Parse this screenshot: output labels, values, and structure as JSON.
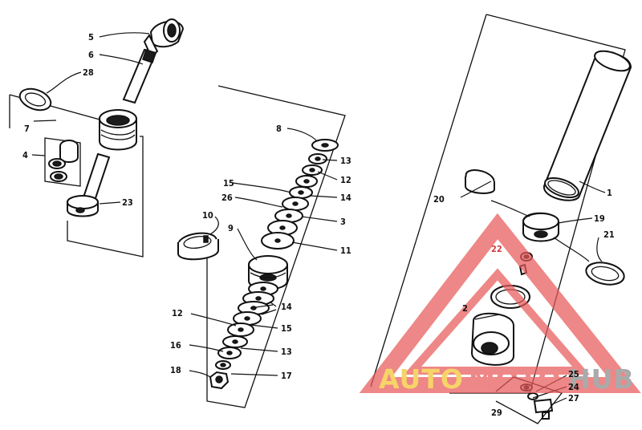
{
  "callouts": {
    "c1": "1",
    "c2": "2",
    "c3": "3",
    "c4": "4",
    "c5": "5",
    "c6": "6",
    "c7": "7",
    "c8": "8",
    "c9": "9",
    "c10": "10",
    "c11": "11",
    "c12a": "12",
    "c12b": "12",
    "c13a": "13",
    "c13b": "13",
    "c14a": "14",
    "c14b": "14",
    "c15a": "15",
    "c15b": "15",
    "c16": "16",
    "c17": "17",
    "c18": "18",
    "c19": "19",
    "c20": "20",
    "c21": "21",
    "c22": "22",
    "c23": "23",
    "c24": "24",
    "c25": "25",
    "c26": "26",
    "c27": "27",
    "c28": "28",
    "c29": "29"
  },
  "watermark": {
    "part1": "AUTO",
    "part2": "MOTO",
    "part3": "HUB",
    "color_yellow": "#f4c430",
    "color_red": "#e85a5a",
    "color_gray": "#8a8a8a"
  }
}
